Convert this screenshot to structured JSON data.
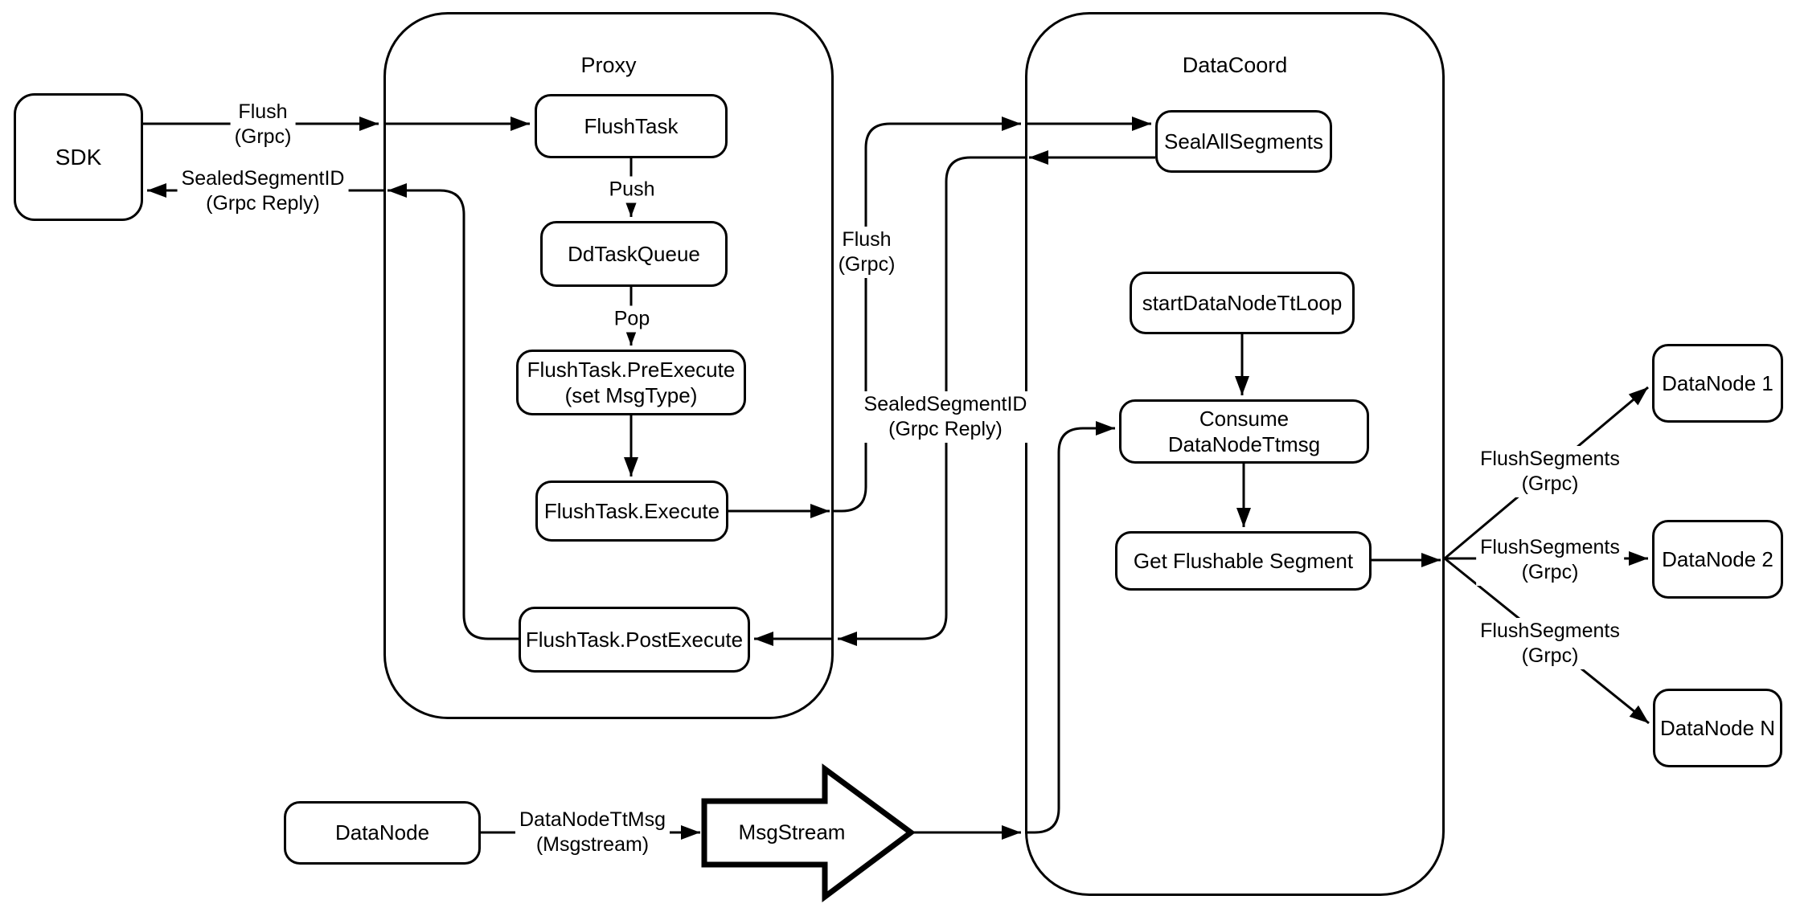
{
  "colors": {
    "background": "#ffffff",
    "stroke": "#000000"
  },
  "containers": {
    "proxy": "Proxy",
    "datacoord": "DataCoord"
  },
  "nodes": {
    "sdk": "SDK",
    "flush_task": "FlushTask",
    "dd_task_queue": "DdTaskQueue",
    "pre_execute_1": "FlushTask.PreExecute",
    "pre_execute_2": "(set MsgType)",
    "execute": "FlushTask.Execute",
    "post_execute": "FlushTask.PostExecute",
    "seal_all_segments": "SealAllSegments",
    "start_datanode_tt_loop": "startDataNodeTtLoop",
    "consume_datanode_ttmsg": "Consume DataNodeTtmsg",
    "get_flushable_segment": "Get Flushable Segment",
    "datanode_1": "DataNode 1",
    "datanode_2": "DataNode 2",
    "datanode_n": "DataNode N",
    "datanode": "DataNode",
    "msgstream": "MsgStream"
  },
  "edge_labels": {
    "flush_sdk_1": "Flush",
    "flush_sdk_2": "(Grpc)",
    "sealed_sdk_1": "SealedSegmentID",
    "sealed_sdk_2": "(Grpc Reply)",
    "push": "Push",
    "pop": "Pop",
    "flush_mid_1": "Flush",
    "flush_mid_2": "(Grpc)",
    "sealed_mid_1": "SealedSegmentID",
    "sealed_mid_2": "(Grpc Reply)",
    "flush_segments_1a": "FlushSegments",
    "flush_segments_1b": "(Grpc)",
    "flush_segments_2a": "FlushSegments",
    "flush_segments_2b": "(Grpc)",
    "flush_segments_3a": "FlushSegments",
    "flush_segments_3b": "(Grpc)",
    "datanode_ttmsg_1": "DataNodeTtMsg",
    "datanode_ttmsg_2": "(Msgstream)"
  }
}
